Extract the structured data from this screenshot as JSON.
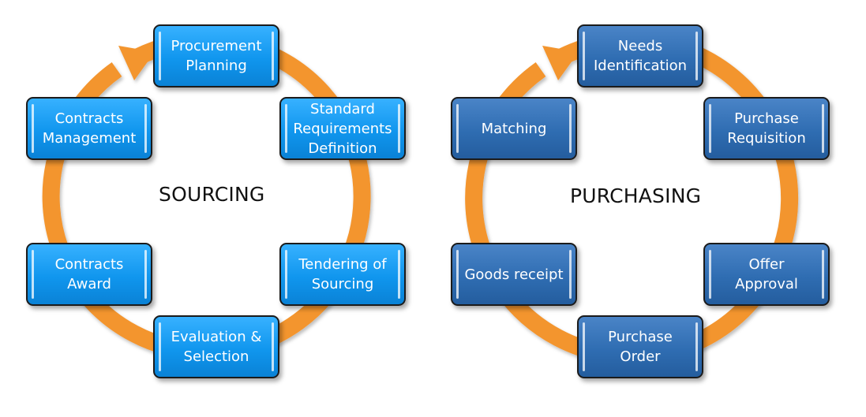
{
  "diagram": {
    "colors": {
      "ring": "#f3952f",
      "sourcing_box": "#1096ee",
      "purchasing_box": "#2f6db2",
      "box_border": "#1b1b1b",
      "text": "#ffffff"
    },
    "sourcing": {
      "title": "SOURCING",
      "steps": [
        "Procurement\nPlanning",
        "Standard\nRequirements\nDefinition",
        "Tendering of\nSourcing",
        "Evaluation &\nSelection",
        "Contracts\nAward",
        "Contracts\nManagement"
      ]
    },
    "purchasing": {
      "title": "PURCHASING",
      "steps": [
        "Needs\nIdentification",
        "Purchase\nRequisition",
        "Offer\nApproval",
        "Purchase\nOrder",
        "Goods receipt",
        "Matching"
      ]
    }
  }
}
